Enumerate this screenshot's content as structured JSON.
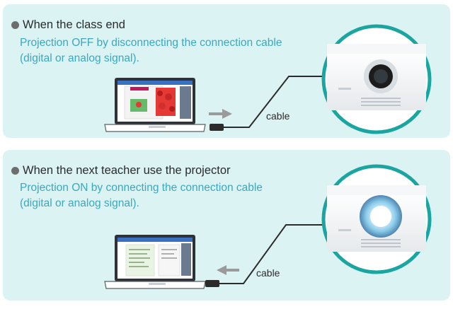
{
  "scene_top": {
    "heading": "When the class end",
    "description_line1": "Projection OFF by disconnecting the connection cable",
    "description_line2": "(digital or analog signal).",
    "cable_label": "cable",
    "projection_state": "off",
    "arrow_direction": "right"
  },
  "scene_bottom": {
    "heading": "When the next teacher use the projector",
    "description_line1": "Projection ON by connecting the connection cable",
    "description_line2": "(digital or analog signal).",
    "cable_label": "cable",
    "projection_state": "on",
    "arrow_direction": "left"
  },
  "colors": {
    "panel_background": "#dcf3f3",
    "description_text": "#3aa8bf",
    "projector_ring": "#1aa5a0",
    "arrow": "#9a9a9a"
  }
}
